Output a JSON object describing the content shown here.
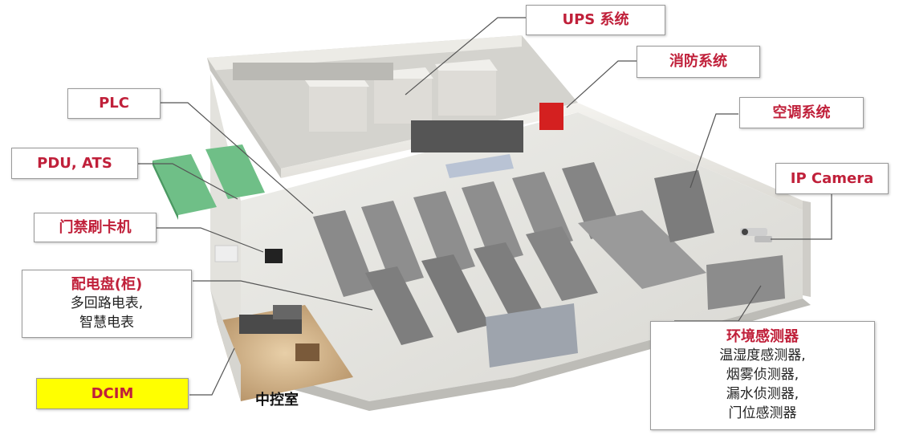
{
  "labels": {
    "ups": "UPS 系统",
    "fire": "消防系统",
    "plc": "PLC",
    "hvac": "空调系统",
    "pdu": "PDU, ATS",
    "camera": "IP Camera",
    "access": "门禁刷卡机",
    "panel_title": "配电盘(柜)",
    "panel_lines": [
      "多回路电表,",
      "智慧电表"
    ],
    "env_title": "环境感测器",
    "env_lines": [
      "温湿度感测器,",
      "烟雾侦测器,",
      "漏水侦测器,",
      "门位感测器"
    ],
    "dcim": "DCIM",
    "control_room": "中控室"
  },
  "colors": {
    "accent": "#c0203a",
    "dcim_fill": "#ffff00"
  }
}
